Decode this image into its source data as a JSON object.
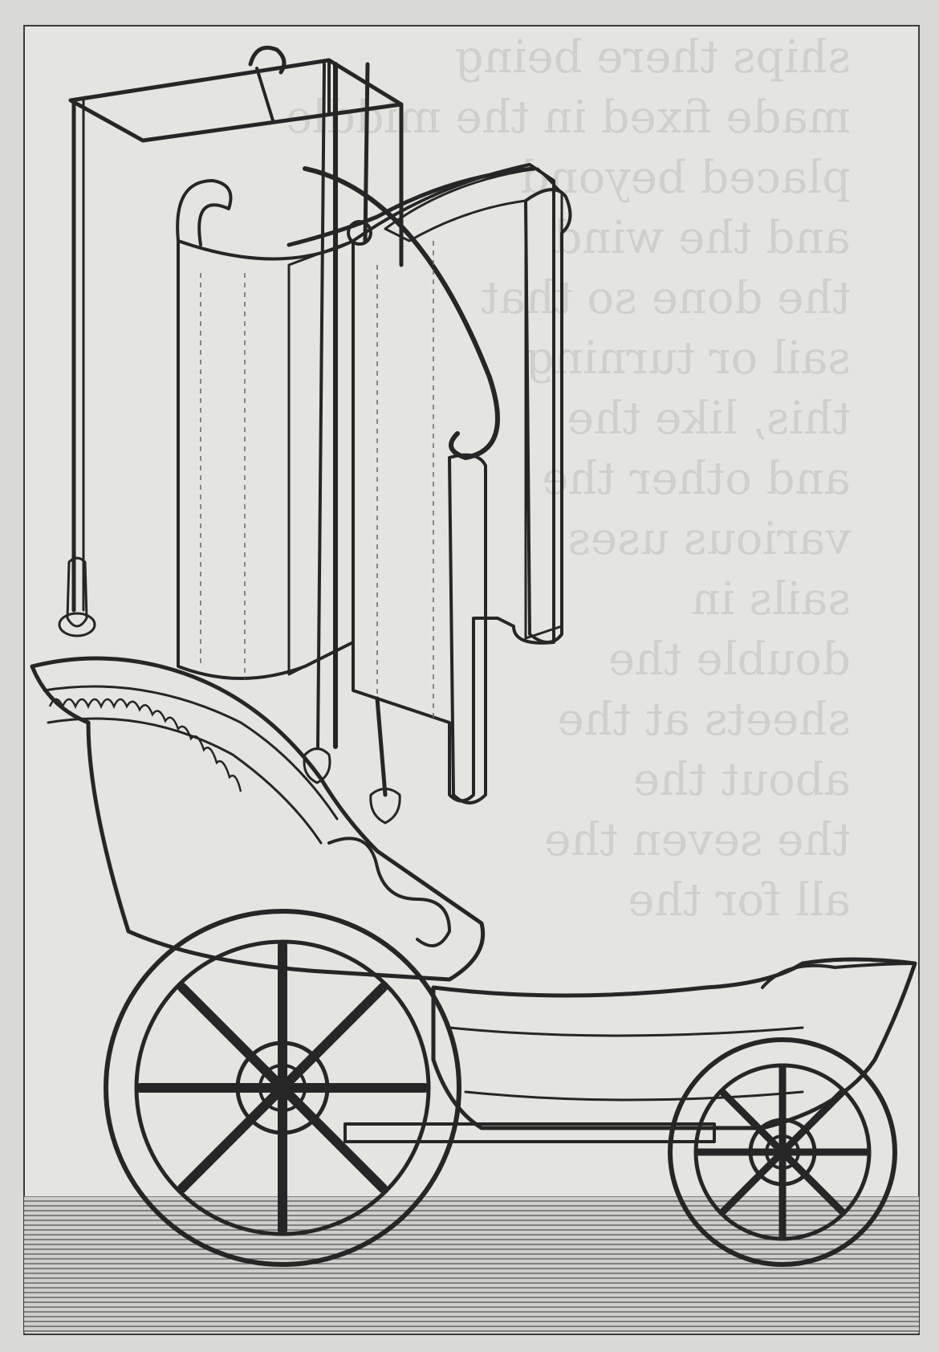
{
  "image": {
    "subject": "engraving of a wind-powered sailing chariot",
    "style": "monochrome copperplate engraving on aged paper",
    "colors": {
      "paper": "#d9d9d7",
      "plate": "#e4e4e1",
      "ink": "#262626",
      "hatch": "#5a5a58",
      "bleed_text": "#9a9a96"
    }
  },
  "bleed_through": {
    "lines": [
      "ships there being",
      "made fixed in the middle",
      "placed beyond",
      "and the wind",
      "the done so that",
      "sail or turning",
      "this, like the",
      "and other the",
      "various uses",
      "sails in",
      "double the",
      "sheets at the",
      "about the",
      "the seven the",
      "all for the"
    ]
  }
}
